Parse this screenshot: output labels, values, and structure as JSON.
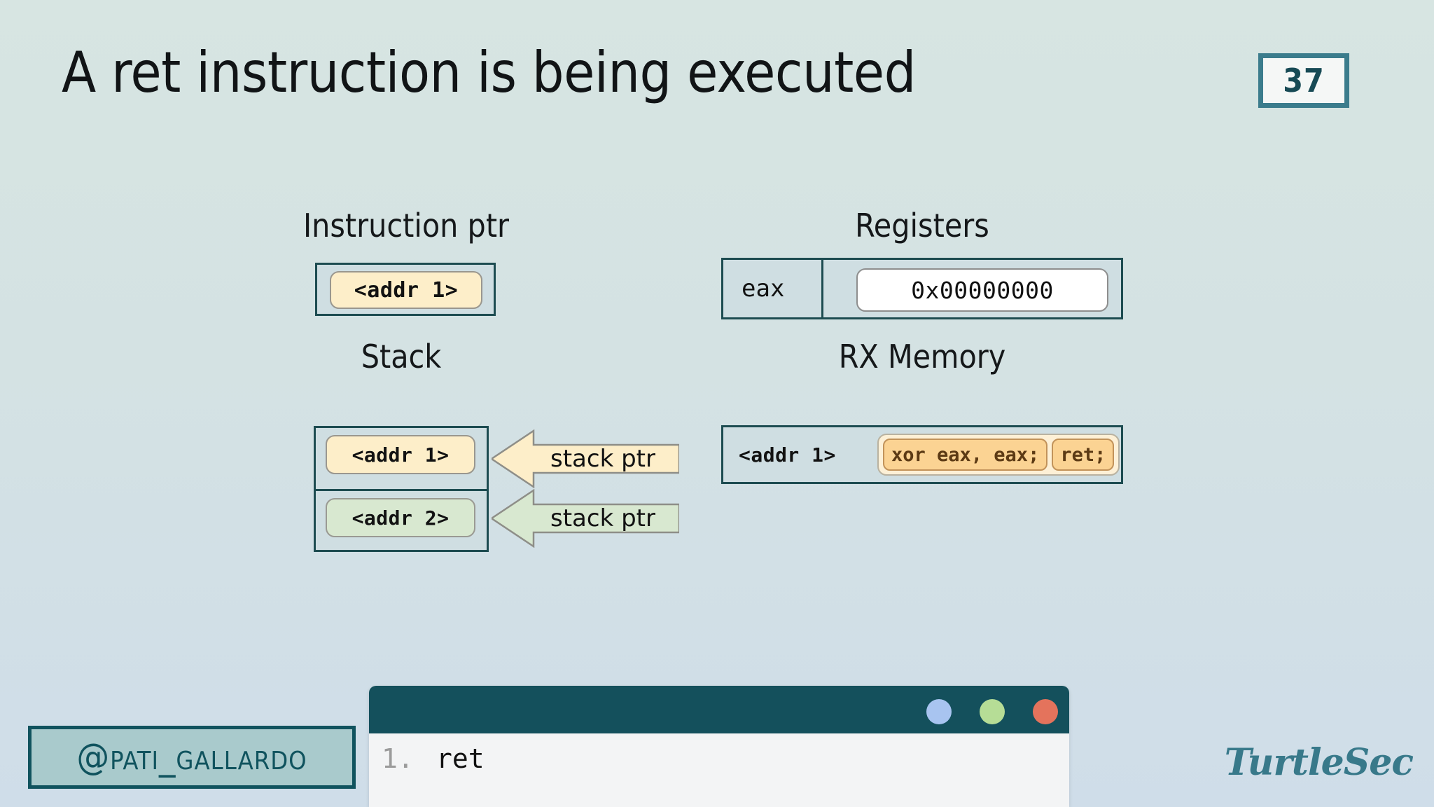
{
  "slide": {
    "title": "A ret instruction is being executed",
    "number": "37",
    "background_color": "#d5e3e3"
  },
  "instruction_ptr": {
    "label": "Instruction ptr",
    "value": "<addr 1>"
  },
  "registers": {
    "label": "Registers",
    "rows": [
      {
        "name": "eax",
        "value": "0x00000000"
      }
    ]
  },
  "stack": {
    "label": "Stack",
    "rows": [
      {
        "value": "<addr 1>",
        "color": "cream",
        "pointer_label": "stack ptr"
      },
      {
        "value": "<addr 2>",
        "color": "green",
        "pointer_label": "stack ptr"
      }
    ]
  },
  "rx_memory": {
    "label": "RX Memory",
    "address": "<addr 1>",
    "instructions": [
      "xor eax, eax;",
      "ret;"
    ]
  },
  "code_window": {
    "dots": [
      "blue-dot",
      "green-dot",
      "red-dot"
    ],
    "lines": [
      {
        "number": "1.",
        "code": "ret"
      }
    ]
  },
  "footer": {
    "handle": "@pati_gallardo",
    "logo": "TurtleSec"
  },
  "colors": {
    "teal_border": "#1d4c51",
    "badge_teal": "#3b7c8c",
    "titlebar": "#14505c",
    "chip_cream": "#fdeec9",
    "chip_green": "#d8e8d0",
    "instr_orange": "#fbd393"
  }
}
